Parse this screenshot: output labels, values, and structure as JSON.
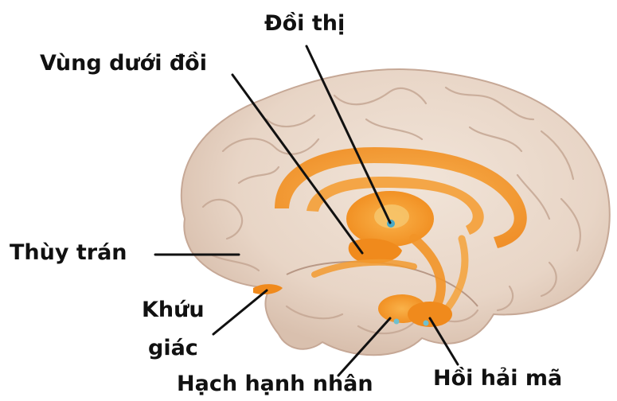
{
  "labels": {
    "thalamus": "Đồi thị",
    "hypothalamus": "Vùng dưới đồi",
    "frontal_lobe": "Thùy trán",
    "olfactory_line1": "Khứu",
    "olfactory_line2": "giác",
    "amygdala": "Hạch hạnh nhân",
    "hippocampus": "Hồi hải mã"
  },
  "colors": {
    "brain_base": "#ead9cc",
    "brain_fold": "#c9ad9c",
    "limbic": "#f39a2c",
    "limbic_light": "#f7b65a",
    "leader_line": "#111111"
  }
}
